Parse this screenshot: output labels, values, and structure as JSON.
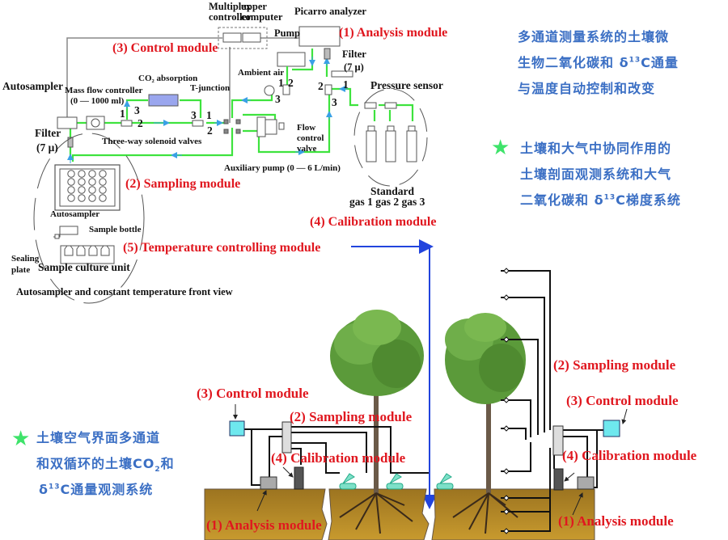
{
  "top_diagram": {
    "labels": {
      "multiplex_controller": "Multiplex\ncontroller",
      "upper_computer": "upper\ncomputer",
      "picarro_analyzer": "Picarro analyzer",
      "pump": "Pump",
      "filter_right": "Filter",
      "filter_right_size": "(7 μ)",
      "ambient_air": "Ambient air",
      "pressure_sensor": "Pressure sensor",
      "autosampler": "Autosampler",
      "mass_flow_controller": "Mass flow controller",
      "mass_flow_range": "(0 — 1000 ml)",
      "co2_absorption": "CO₂ absorption",
      "t_junction": "T-junction",
      "three_way_valves": "Three-way solenoid valves",
      "filter_left": "Filter",
      "filter_left_size": "(7 μ)",
      "flow_control_valve": "Flow\ncontrol\nvalve",
      "auxiliary_pump": "Auxiliary pump (0 —  6 L/min)",
      "standard": "Standard",
      "gases": "gas 1 gas 2  gas 3",
      "autosampler_small": "Autosampler",
      "sample_bottle": "Sample bottle",
      "sealing_plate": "Sealing\nplate",
      "sample_culture_unit": "Sample culture unit",
      "front_view_caption": "Autosampler and constant temperature front view"
    },
    "valve_port_numbers": [
      "1",
      "2",
      "3"
    ],
    "modules": {
      "analysis": "(1) Analysis module",
      "sampling": "(2) Sampling module",
      "control": "(3) Control module",
      "calibration": "(4) Calibration module",
      "temperature": "(5) Temperature controlling module"
    }
  },
  "bottom_left_diagram": {
    "control": "(3) Control module",
    "sampling": "(2) Sampling module",
    "calibration": "(4) Calibration module",
    "analysis": "(1) Analysis module"
  },
  "bottom_right_diagram": {
    "sampling": "(2) Sampling module",
    "control": "(3) Control module",
    "calibration": "(4) Calibration module",
    "analysis": "(1) Analysis module"
  },
  "notes": {
    "system1": [
      "多通道测量系统的土壤微",
      "生物二氧化碳和 δ",
      "C通量",
      "与温度自动控制和改变"
    ],
    "system1_sup": "13",
    "system2": [
      "土壤和大气中协同作用的",
      "土壤剖面观测系统和大气",
      "二氧化碳和 δ",
      "C梯度系统"
    ],
    "system2_sup": "13",
    "system3": [
      "土壤空气界面多通道",
      "和双循环的土壤CO",
      "和",
      "δ",
      "C通量观测系统"
    ],
    "system3_sub": "2",
    "system3_sup": "13"
  },
  "colors": {
    "module_label": "#e0171f",
    "note_text": "#3b6fc4",
    "star": "#3ee36a",
    "gas_line": "#3ee33e",
    "flow_arrow": "#3aa0e6",
    "connector_arrow": "#2244dd",
    "soil": "#b8902a"
  }
}
